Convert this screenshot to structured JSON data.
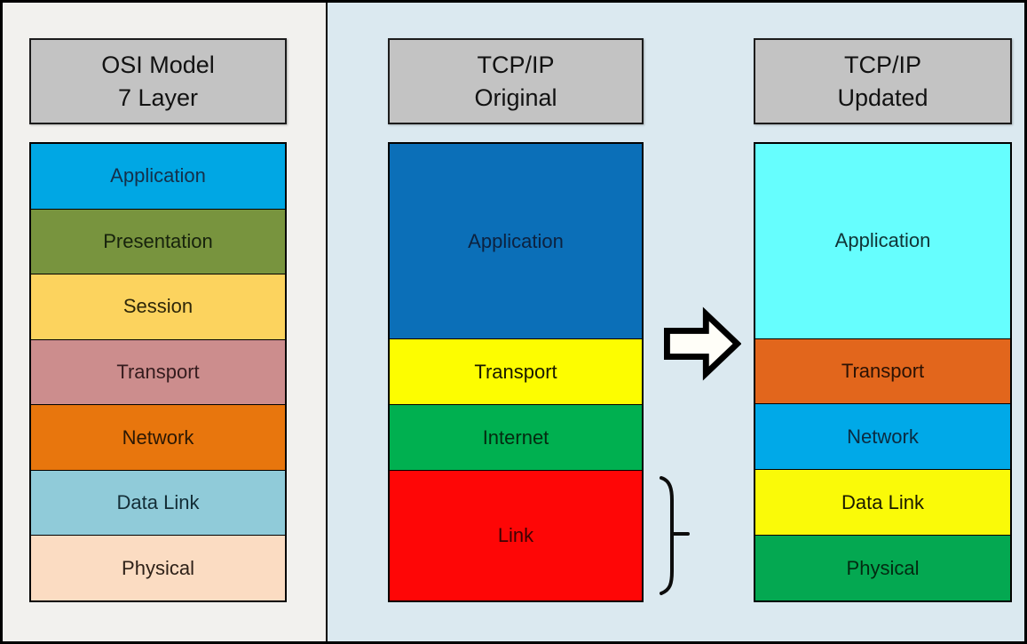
{
  "page": {
    "left_panel_bg": "#F2F1EE",
    "right_panel_bg": "#DBE9F0",
    "border_color": "#000000",
    "header_bg": "#C3C3C3",
    "arrow_fill": "#FFFEF8",
    "arrow_stroke": "#000000",
    "brace_stroke": "#0d0d0d"
  },
  "columns": [
    {
      "id": "osi-model",
      "header": {
        "lines": [
          "OSI Model",
          "7 Layer"
        ]
      },
      "layers": [
        {
          "label": "Application",
          "color": "#00A7E4",
          "text_color": "#14304A",
          "span": 1
        },
        {
          "label": "Presentation",
          "color": "#78943E",
          "text_color": "#17220C",
          "span": 1
        },
        {
          "label": "Session",
          "color": "#FCD35E",
          "text_color": "#2E2609",
          "span": 1
        },
        {
          "label": "Transport",
          "color": "#CC8D8D",
          "text_color": "#351C1E",
          "span": 1
        },
        {
          "label": "Network",
          "color": "#E8760D",
          "text_color": "#2B1804",
          "span": 1
        },
        {
          "label": "Data Link",
          "color": "#90CBD9",
          "text_color": "#132D36",
          "span": 1
        },
        {
          "label": "Physical",
          "color": "#FBDCC2",
          "text_color": "#2E2118",
          "span": 1
        }
      ]
    },
    {
      "id": "tcpip-original",
      "header": {
        "lines": [
          "TCP/IP",
          "Original"
        ]
      },
      "layers": [
        {
          "label": "Application",
          "color": "#0B6FB8",
          "text_color": "#0C2240",
          "span": 3
        },
        {
          "label": "Transport",
          "color": "#FDFD00",
          "text_color": "#191900",
          "span": 1
        },
        {
          "label": "Internet",
          "color": "#00B050",
          "text_color": "#042A10",
          "span": 1
        },
        {
          "label": "Link",
          "color": "#FE0606",
          "text_color": "#3C0303",
          "span": 2
        }
      ]
    },
    {
      "id": "tcpip-updated",
      "header": {
        "lines": [
          "TCP/IP",
          "Updated"
        ]
      },
      "layers": [
        {
          "label": "Application",
          "color": "#66FEFE",
          "text_color": "#103436",
          "span": 3
        },
        {
          "label": "Transport",
          "color": "#E2661C",
          "text_color": "#2B1204",
          "span": 1
        },
        {
          "label": "Network",
          "color": "#00A9E8",
          "text_color": "#0B2B41",
          "span": 1
        },
        {
          "label": "Data Link",
          "color": "#FAFA08",
          "text_color": "#191900",
          "span": 1
        },
        {
          "label": "Physical",
          "color": "#04A851",
          "text_color": "#032A11",
          "span": 1
        }
      ]
    }
  ],
  "annotations": {
    "arrow": "transition from original to updated model",
    "brace": "link layer grouped into data link and physical"
  }
}
